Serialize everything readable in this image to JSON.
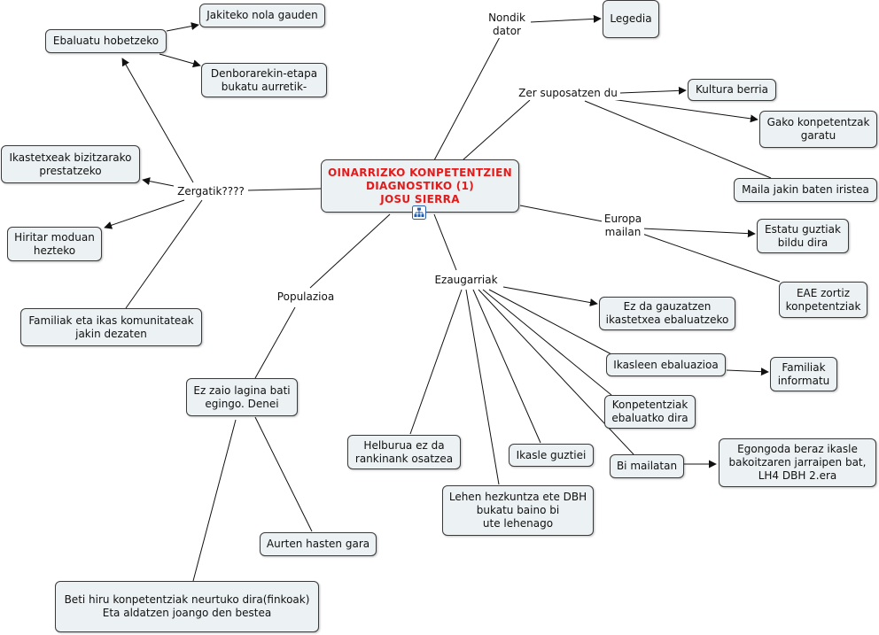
{
  "colors": {
    "node_fill": "#ecf1f3",
    "node_border": "#3a3a3a",
    "title_text": "#e31b1b",
    "line": "#111111"
  },
  "center": {
    "lines": "OINARRIZKO KONPETENTZIEN\nDIAGNOSTIKO (1)\nJOSU SIERRA",
    "icon": "concept-map-icon"
  },
  "links": {
    "nondik": "Nondik\ndator",
    "zer": "Zer suposatzen du",
    "europa": "Europa\nmailan",
    "ezaugarriak": "Ezaugarriak",
    "populazioa": "Populazioa",
    "zergatik": "Zergatik????",
    "bi_mailatan": "Bi mailatan"
  },
  "concepts": {
    "legedia": "Legedia",
    "kultura": "Kultura berria",
    "gako": "Gako konpetentzak\ngaratu",
    "maila": "Maila jakin baten iristea",
    "estatu": "Estatu guztiak\nbildu dira",
    "eae": "EAE zortiz\nkonpetentziak",
    "ez_da": "Ez da gauzatzen\nikastetxea ebaluatzeko",
    "ikasleen": "Ikasleen ebaluazioa",
    "familiak_inf": "Familiak\ninformatu",
    "konpetentziak_eb": "Konpetentziak\nebaluatko dira",
    "egongoda": "Egongoda beraz ikasle\nbakoitzaren jarraipen bat,\nLH4 DBH 2.era",
    "helburua": "Helburua ez da\nrankinank osatzea",
    "ikasle_guztiei": "Ikasle guztiei",
    "lehen": "Lehen hezkuntza ete DBH\nbukatu baino bi\nute lehenago",
    "ez_zaio": "Ez zaio lagina bati\negingo. Denei",
    "aurten": "Aurten hasten gara",
    "beti": "Beti hiru konpetentziak neurtuko dira(finkoak)\nEta aldatzen joango den bestea",
    "ebaluatu": "Ebaluatu hobetzeko",
    "jakiteko": "Jakiteko nola gauden",
    "denborarekin": "Denborarekin-etapa\nbukatu aurretik-",
    "ikastetxeak": "Ikastetxeak bizitzarako\nprestatzeko",
    "hiritar": "Hiritar moduan\nhezteko",
    "familiak_ikas": "Familiak eta ikas komunitateak\njakin dezaten"
  }
}
